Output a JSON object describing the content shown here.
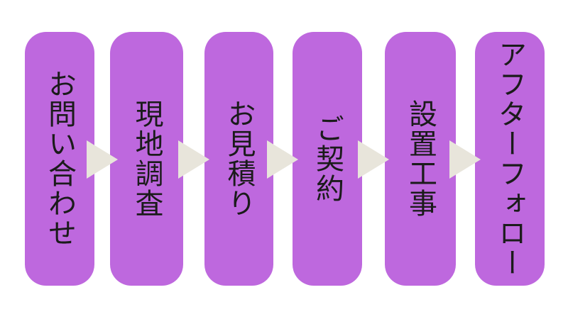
{
  "diagram": {
    "name": "service-flow-diagram",
    "colors": {
      "pill": "#be68de",
      "arrow": "#e8e5db",
      "text": "#1b1b1b",
      "background": "#ffffff"
    },
    "steps": [
      {
        "label": "お問い合わせ"
      },
      {
        "label": "現地調査"
      },
      {
        "label": "お見積り"
      },
      {
        "label": "ご契約"
      },
      {
        "label": "設置工事"
      },
      {
        "label": "アフターフォロー"
      }
    ]
  }
}
